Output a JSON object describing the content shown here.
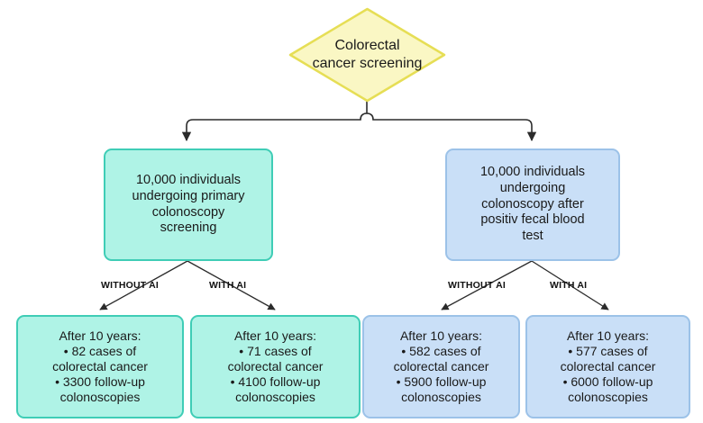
{
  "diagram": {
    "type": "flowchart",
    "title_node": {
      "id": "root",
      "shape": "diamond",
      "label": "Colorectal\ncancer screening",
      "fill": "#FAF7C4",
      "stroke": "#E6DE55"
    },
    "colors": {
      "teal_fill": "#AFF3E6",
      "teal_stroke": "#3FCDB6",
      "blue_fill": "#C9DFF7",
      "blue_stroke": "#9CC2E8",
      "yellow_fill": "#FAF7C4",
      "yellow_stroke": "#E6DE55",
      "edge": "#2b2b2b",
      "text": "#1a1a1a",
      "background": "#ffffff"
    },
    "branches": [
      {
        "id": "primary-colonoscopy",
        "color": "teal",
        "label": "10,000 individuals\nundergoing primary\ncolonoscopy\nscreening",
        "children": [
          {
            "id": "primary-without-ai",
            "edge_label": "WITHOUT AI",
            "color": "teal",
            "heading": "After 10 years:",
            "bullets": [
              "82 cases of colorectal cancer",
              "3300 follow-up colonoscopies"
            ],
            "label": "After 10 years:\n• 82 cases of\ncolorectal cancer\n• 3300 follow-up\ncolonoscopies"
          },
          {
            "id": "primary-with-ai",
            "edge_label": "WITH AI",
            "color": "teal",
            "heading": "After 10 years:",
            "bullets": [
              "71 cases of colorectal cancer",
              "4100 follow-up colonoscopies"
            ],
            "label": "After 10 years:\n• 71 cases of\ncolorectal cancer\n• 4100 follow-up\ncolonoscopies"
          }
        ]
      },
      {
        "id": "fobt-colonoscopy",
        "color": "blue",
        "label": "10,000 individuals\nundergoing\ncolonoscopy after\npositiv fecal blood\ntest",
        "children": [
          {
            "id": "fobt-without-ai",
            "edge_label": "WITHOUT AI",
            "color": "blue",
            "heading": "After 10 years:",
            "bullets": [
              "582 cases of colorectal cancer",
              "5900 follow-up colonoscopies"
            ],
            "label": "After 10 years:\n• 582 cases of\ncolorectal cancer\n• 5900 follow-up\ncolonoscopies"
          },
          {
            "id": "fobt-with-ai",
            "edge_label": "WITH AI",
            "color": "blue",
            "heading": "After 10 years:",
            "bullets": [
              "577 cases of colorectal cancer",
              "6000 follow-up colonoscopies"
            ],
            "label": "After 10 years:\n• 577 cases of\ncolorectal cancer\n• 6000 follow-up\ncolonoscopies"
          }
        ]
      }
    ]
  }
}
